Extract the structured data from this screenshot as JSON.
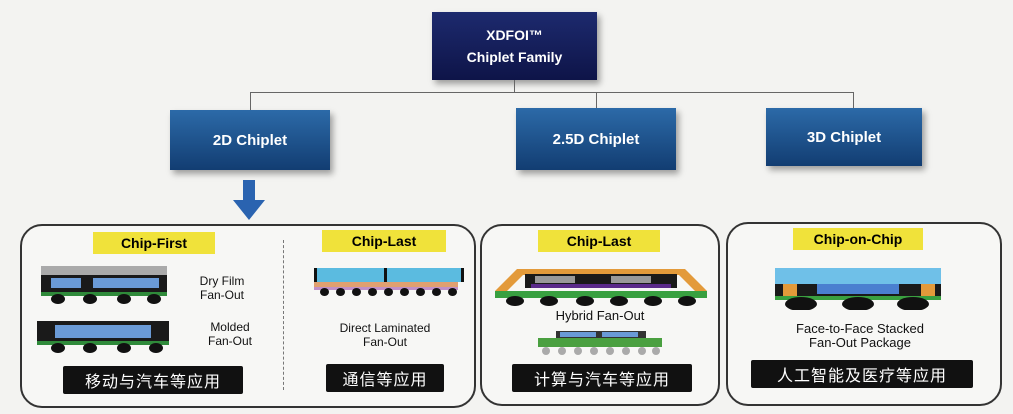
{
  "root": {
    "line1": "XDFOI™",
    "line2": "Chiplet Family"
  },
  "branches": [
    "2D Chiplet",
    "2.5D Chiplet",
    "3D Chiplet"
  ],
  "panels": [
    {
      "sections": [
        {
          "tag": "Chip-First",
          "items": [
            {
              "l1": "Dry Film",
              "l2": "Fan-Out"
            },
            {
              "l1": "Molded",
              "l2": "Fan-Out"
            }
          ],
          "app": "移动与汽车等应用"
        },
        {
          "tag": "Chip-Last",
          "items": [
            {
              "l1": "Direct Laminated",
              "l2": "Fan-Out"
            }
          ],
          "app": "通信等应用"
        }
      ]
    },
    {
      "tag": "Chip-Last",
      "label": "Hybrid Fan-Out",
      "app": "计算与汽车等应用"
    },
    {
      "tag": "Chip-on-Chip",
      "l1": "Face-to-Face Stacked",
      "l2": "Fan-Out Package",
      "app": "人工智能及医疗等应用"
    }
  ],
  "colors": {
    "node": "#1b4f8a",
    "tag": "#f0e23a",
    "app": "#111111"
  }
}
